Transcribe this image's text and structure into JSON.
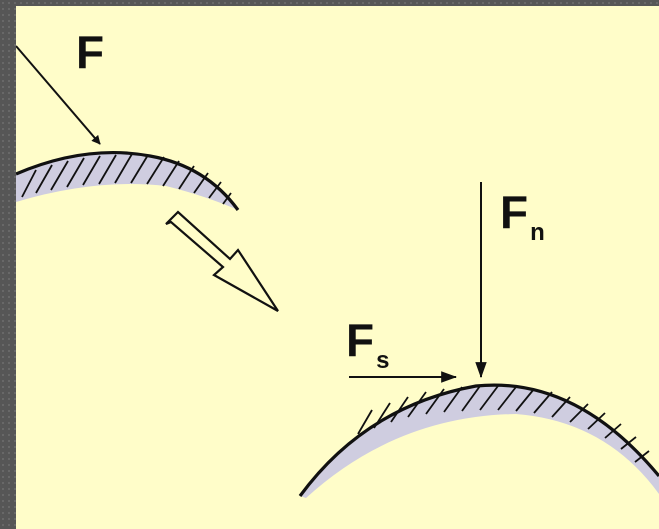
{
  "labels": {
    "force": "F",
    "normal_main": "F",
    "normal_sub": "n",
    "shear_main": "F",
    "shear_sub": "s"
  },
  "colors": {
    "background": "#fffdc9",
    "frame": "#565656",
    "surface_fill": "#cfcde0",
    "line": "#111111"
  },
  "icons": {
    "transition_arrow": "hollow-arrow-icon"
  }
}
